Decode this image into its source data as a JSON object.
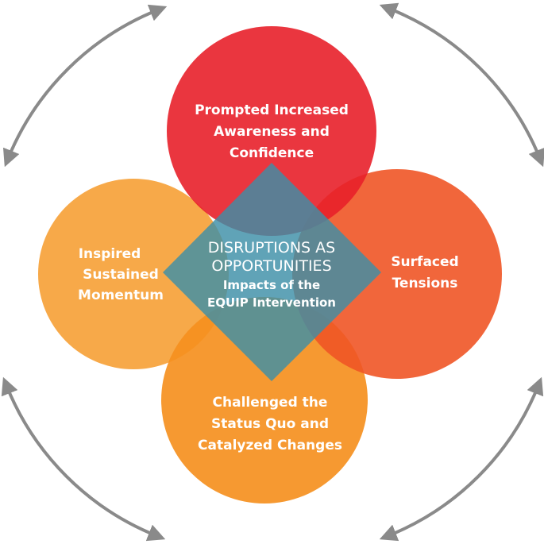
{
  "colors": {
    "top": "#e8202a",
    "right": "#ef5526",
    "bottom": "#f5901f",
    "left": "#f6a23a",
    "diamond": "#3d8fa7",
    "arrows": "#8a8a8a"
  },
  "petals": {
    "top": {
      "line1": "Prompted Increased",
      "line2": "Awareness and",
      "line3": "Confidence"
    },
    "right": {
      "line1": "Surfaced",
      "line2": "Tensions"
    },
    "bottom": {
      "line1": "Challenged the",
      "line2": "Status Quo and",
      "line3": "Catalyzed Changes"
    },
    "left": {
      "line1": "Inspired",
      "line2": "Sustained",
      "line3": "Momentum"
    }
  },
  "center": {
    "title1": "DISRUPTIONS AS",
    "title2": "OPPORTUNITIES",
    "sub1": "Impacts of the",
    "sub2": "EQUIP Intervention"
  },
  "icons": {
    "cycle": "double-headed-curved-arrow-icon"
  }
}
